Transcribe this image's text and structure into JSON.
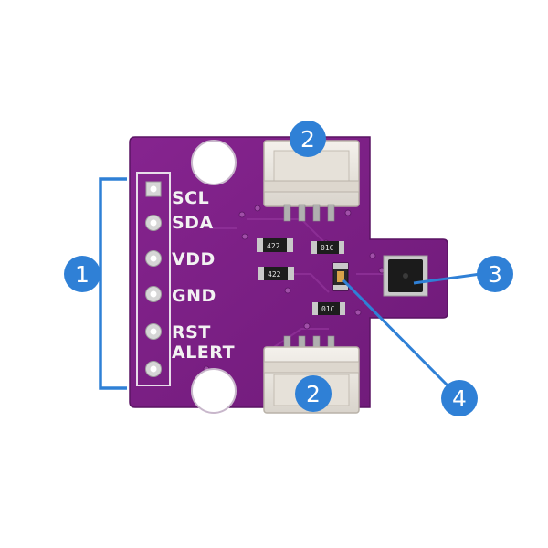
{
  "pin_labels": [
    "SCL",
    "SDA",
    "VDD",
    "GND",
    "RST",
    "ALERT"
  ],
  "component_markings": [
    "422",
    "422",
    "01C",
    "01C"
  ],
  "callouts": [
    {
      "id": "callout-1",
      "number": "1"
    },
    {
      "id": "callout-2-top",
      "number": "2"
    },
    {
      "id": "callout-2-bottom",
      "number": "2"
    },
    {
      "id": "callout-3",
      "number": "3"
    },
    {
      "id": "callout-4",
      "number": "4"
    }
  ],
  "colors": {
    "board": "#7d1f86",
    "board_edge": "#5a1463",
    "callout": "#2f80d6",
    "callout_line": "#2f80d6",
    "silkscreen": "#f2f2f2",
    "pad": "#cfcfcf",
    "connector": "#ede9e2"
  }
}
